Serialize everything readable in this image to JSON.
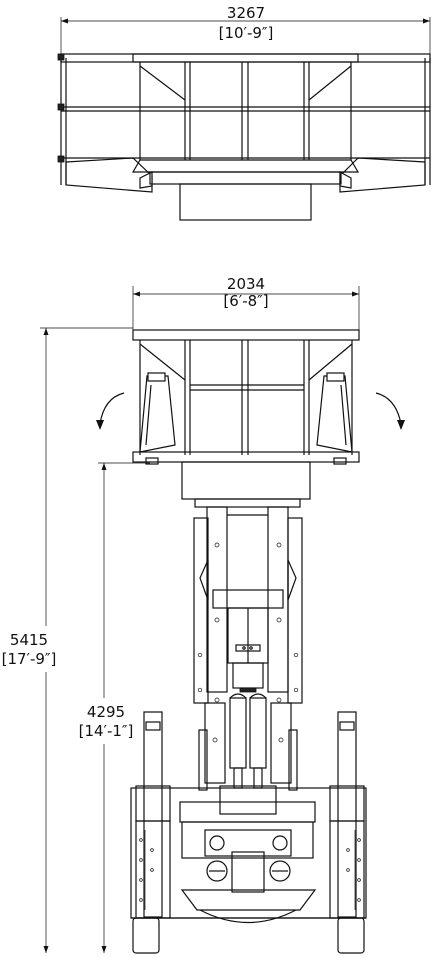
{
  "dimensions": {
    "top_width": {
      "value": "3267",
      "imperial": "[10′-9″]"
    },
    "platform_width": {
      "value": "2034",
      "imperial": "[6′-8″]"
    },
    "overall_height": {
      "value": "5415",
      "imperial": "[17′-9″]"
    },
    "platform_height": {
      "value": "4295",
      "imperial": "[14′-1″]"
    }
  },
  "colors": {
    "line": "#111111",
    "background": "#ffffff"
  }
}
